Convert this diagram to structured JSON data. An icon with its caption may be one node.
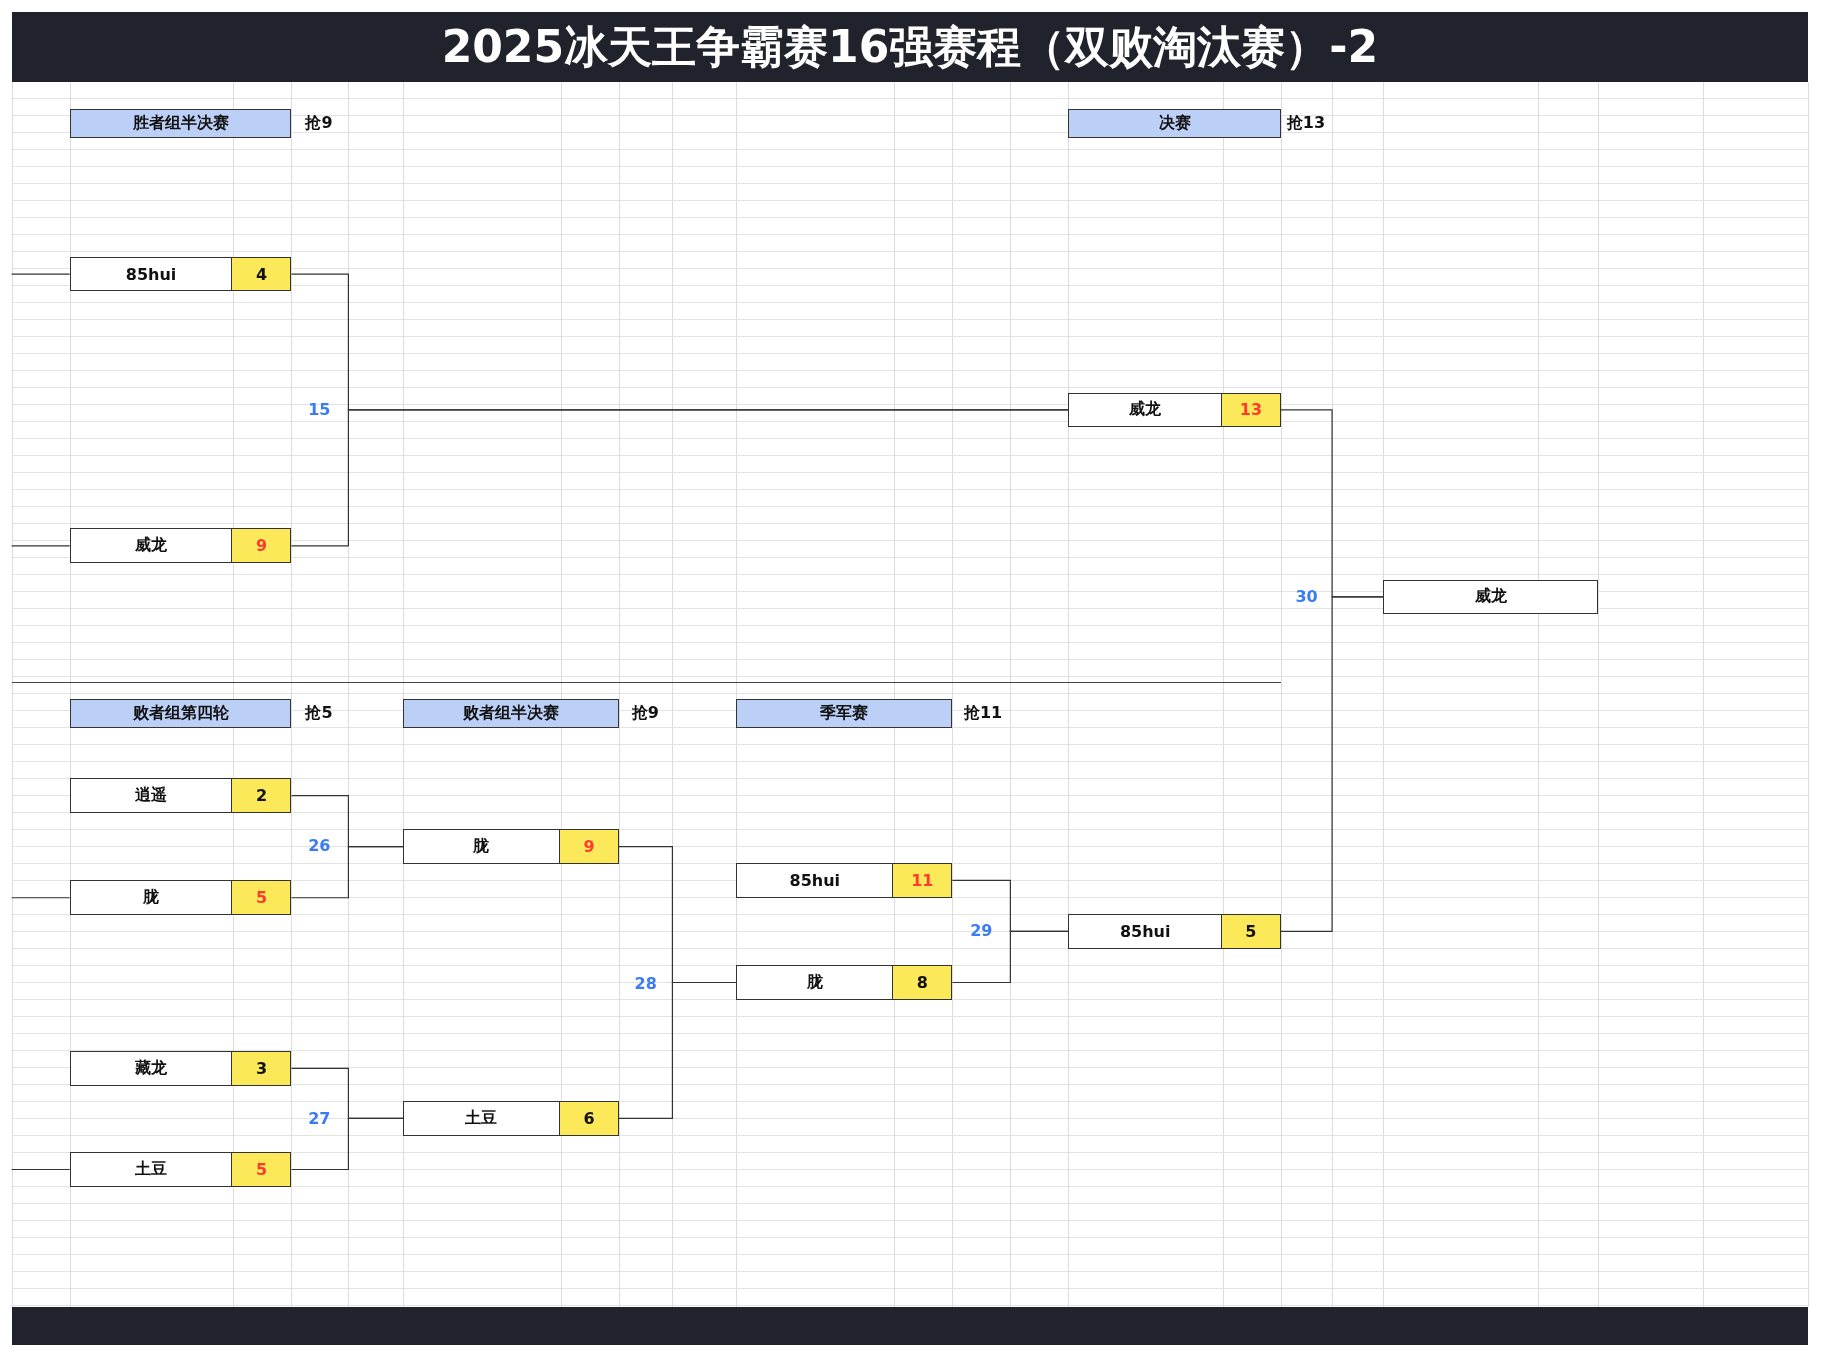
{
  "diagram": {
    "title": "2025冰天王争霸赛16强赛程（双败淘汰赛）-2",
    "nodes": [
      {
        "text": [
          "胜者组半决赛"
        ],
        "beside": [
          "抢9"
        ]
      },
      {
        "text": [
          "决赛"
        ],
        "beside": [
          "抢13"
        ]
      },
      {
        "text": [
          "85hui",
          "4"
        ]
      },
      {
        "text": [
          "威龙",
          "13"
        ]
      },
      {
        "text": [
          "威龙",
          "9"
        ]
      },
      {
        "text": [
          "威龙"
        ]
      },
      {
        "text": [
          "败者组第四轮"
        ],
        "beside": [
          "抢5"
        ]
      },
      {
        "text": [
          "败者组半决赛"
        ],
        "beside": [
          "抢9"
        ]
      },
      {
        "text": [
          "季军赛"
        ],
        "beside": [
          "抢11"
        ]
      },
      {
        "text": [
          "逍遥",
          "2"
        ]
      },
      {
        "text": [
          "胧",
          "9"
        ]
      },
      {
        "text": [
          "85hui",
          "11"
        ]
      },
      {
        "text": [
          "胧",
          "5"
        ]
      },
      {
        "text": [
          "85hui",
          "5"
        ]
      },
      {
        "text": [
          "胧",
          "8"
        ]
      },
      {
        "text": [
          "藏龙",
          "3"
        ]
      },
      {
        "text": [
          "土豆",
          "6"
        ]
      },
      {
        "text": [
          "土豆",
          "5"
        ]
      }
    ],
    "edges": [
      {
        "from": 2,
        "to": 3,
        "arrow": "none"
      },
      {
        "from": 4,
        "to": 3,
        "arrow": "none"
      },
      {
        "from": 3,
        "to": 5,
        "arrow": "none"
      },
      {
        "from": 13,
        "to": 5,
        "arrow": "none"
      },
      {
        "from": 9,
        "to": 10,
        "arrow": "none"
      },
      {
        "from": 12,
        "to": 10,
        "arrow": "none"
      },
      {
        "from": 15,
        "to": 16,
        "arrow": "none"
      },
      {
        "from": 17,
        "to": 16,
        "arrow": "none"
      },
      {
        "from": 10,
        "to": 14,
        "arrow": "none"
      },
      {
        "from": 16,
        "to": 14,
        "arrow": "none"
      },
      {
        "from": 11,
        "to": 13,
        "arrow": "none"
      },
      {
        "from": 14,
        "to": 13,
        "arrow": "none"
      },
      {
        "from": null,
        "to": 2,
        "arrow": "none"
      },
      {
        "from": null,
        "to": 4,
        "arrow": "none"
      },
      {
        "from": null,
        "to": 12,
        "arrow": "none"
      },
      {
        "from": null,
        "to": 17,
        "arrow": "none"
      }
    ],
    "labels": [
      "15",
      "30",
      "26",
      "29",
      "28",
      "27"
    ]
  }
}
